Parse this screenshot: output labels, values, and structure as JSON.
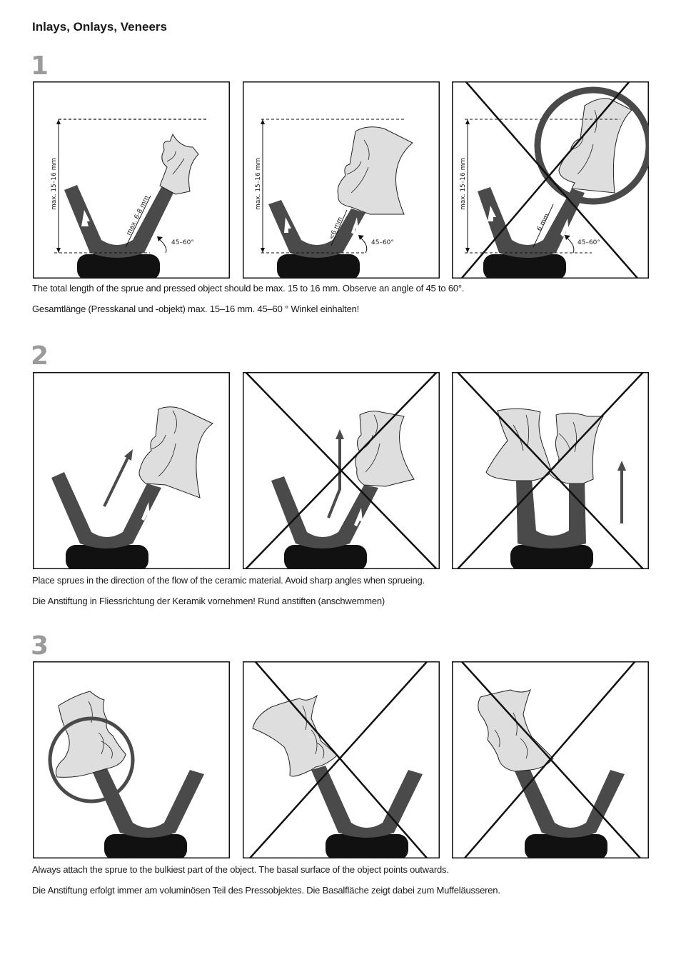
{
  "header": {
    "title": "Inlays, Onlays, Veneers"
  },
  "sections": [
    {
      "number": "1",
      "caption_en": "The total length of the sprue and pressed object should be max. 15 to 16 mm. Observe an angle of 45 to 60°.",
      "caption_de": "Gesamtlänge (Presskanal und -objekt) max. 15–16 mm. 45–60 ° Winkel einhalten!",
      "labels": {
        "height": "max. 15–16 mm",
        "sprue_a": "max. 6-8 mm",
        "sprue_b": "<6 mm",
        "sprue_c": "6 mm",
        "angle": "45–60°"
      }
    },
    {
      "number": "2",
      "caption_en": "Place sprues in the direction of the flow of the ceramic material. Avoid sharp angles when sprueing.",
      "caption_de": "Die Anstiftung in Fliessrichtung der Keramik vornehmen! Rund anstiften (anschwemmen)"
    },
    {
      "number": "3",
      "caption_en": "Always attach the sprue to the bulkiest part of the object. The basal surface of the object points outwards.",
      "caption_de": "Die Anstiftung erfolgt immer am voluminösen Teil des Pressobjektes. Die Basalfläche zeigt dabei zum Muffeläusseren."
    }
  ],
  "colors": {
    "sprue": "#4a4a4a",
    "base": "#111111",
    "object": "#dedede",
    "number": "#9a9a9a"
  }
}
